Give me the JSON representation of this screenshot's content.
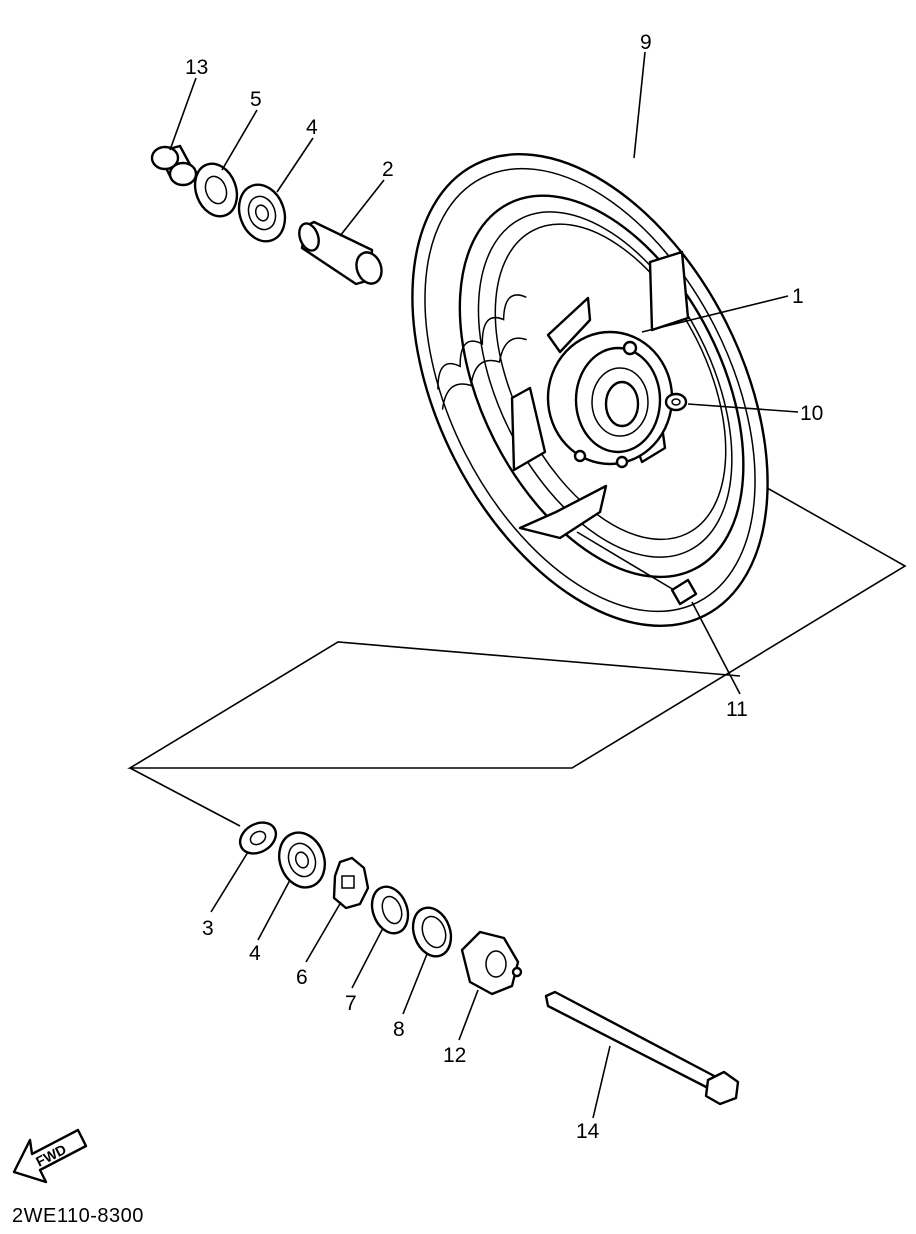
{
  "diagram_code": "2WE110-8300",
  "fwd_label": "FWD",
  "ink_color": "#000000",
  "paper_color": "#ffffff",
  "callouts": {
    "c1": "1",
    "c2": "2",
    "c3": "3",
    "c4a": "4",
    "c4b": "4",
    "c5": "5",
    "c6": "6",
    "c7": "7",
    "c8": "8",
    "c9": "9",
    "c10": "10",
    "c11": "11",
    "c12": "12",
    "c13": "13",
    "c14": "14"
  }
}
